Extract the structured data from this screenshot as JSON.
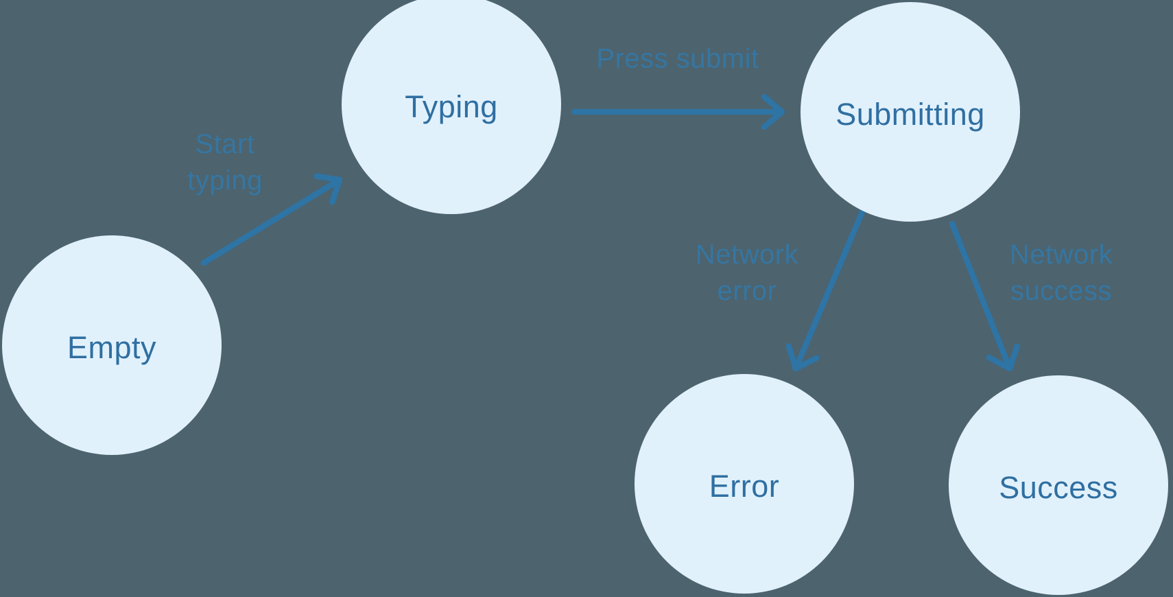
{
  "diagram_type": "state-machine-flow",
  "nodes": {
    "empty": {
      "label": "Empty"
    },
    "typing": {
      "label": "Typing"
    },
    "submitting": {
      "label": "Submitting"
    },
    "error": {
      "label": "Error"
    },
    "success": {
      "label": "Success"
    }
  },
  "edges": {
    "empty_typing": {
      "from": "Empty",
      "to": "Typing",
      "label": "Start\ntyping"
    },
    "typing_submitting": {
      "from": "Typing",
      "to": "Submitting",
      "label": "Press submit"
    },
    "submitting_error": {
      "from": "Submitting",
      "to": "Error",
      "label": "Network\nerror"
    },
    "submitting_success": {
      "from": "Submitting",
      "to": "Success",
      "label": "Network\nsuccess"
    }
  },
  "colors": {
    "background": "#4d636e",
    "node_fill": "#e1f1fc",
    "node_text": "#2f6fa1",
    "arrow": "#2e74a5",
    "edge_label": "#2b80bb"
  }
}
